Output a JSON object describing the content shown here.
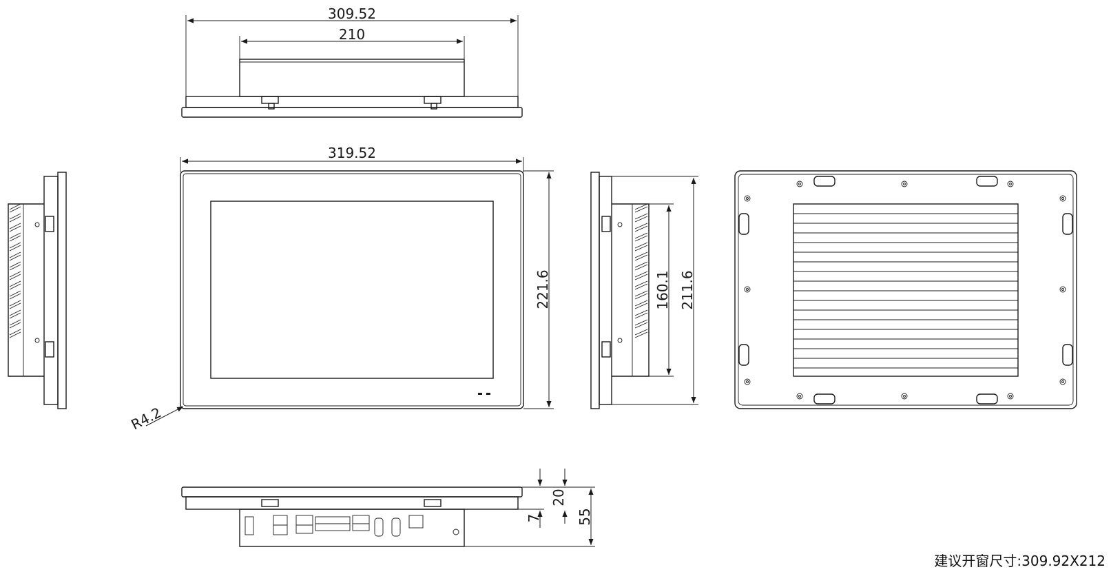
{
  "dimensions": {
    "top_outer_width": "309.52",
    "top_inner_width": "210",
    "front_width": "319.52",
    "front_height": "221.6",
    "corner_radius": "R4.2",
    "side_inner_height": "160.1",
    "side_outer_height": "211.6",
    "bottom_depth_a": "7",
    "bottom_depth_b": "20",
    "bottom_depth_c": "55"
  },
  "note": {
    "cutout_label": "建议开窗尺寸:309.92X212"
  },
  "colors": {
    "line": "#1a1a1a",
    "background": "#ffffff"
  }
}
